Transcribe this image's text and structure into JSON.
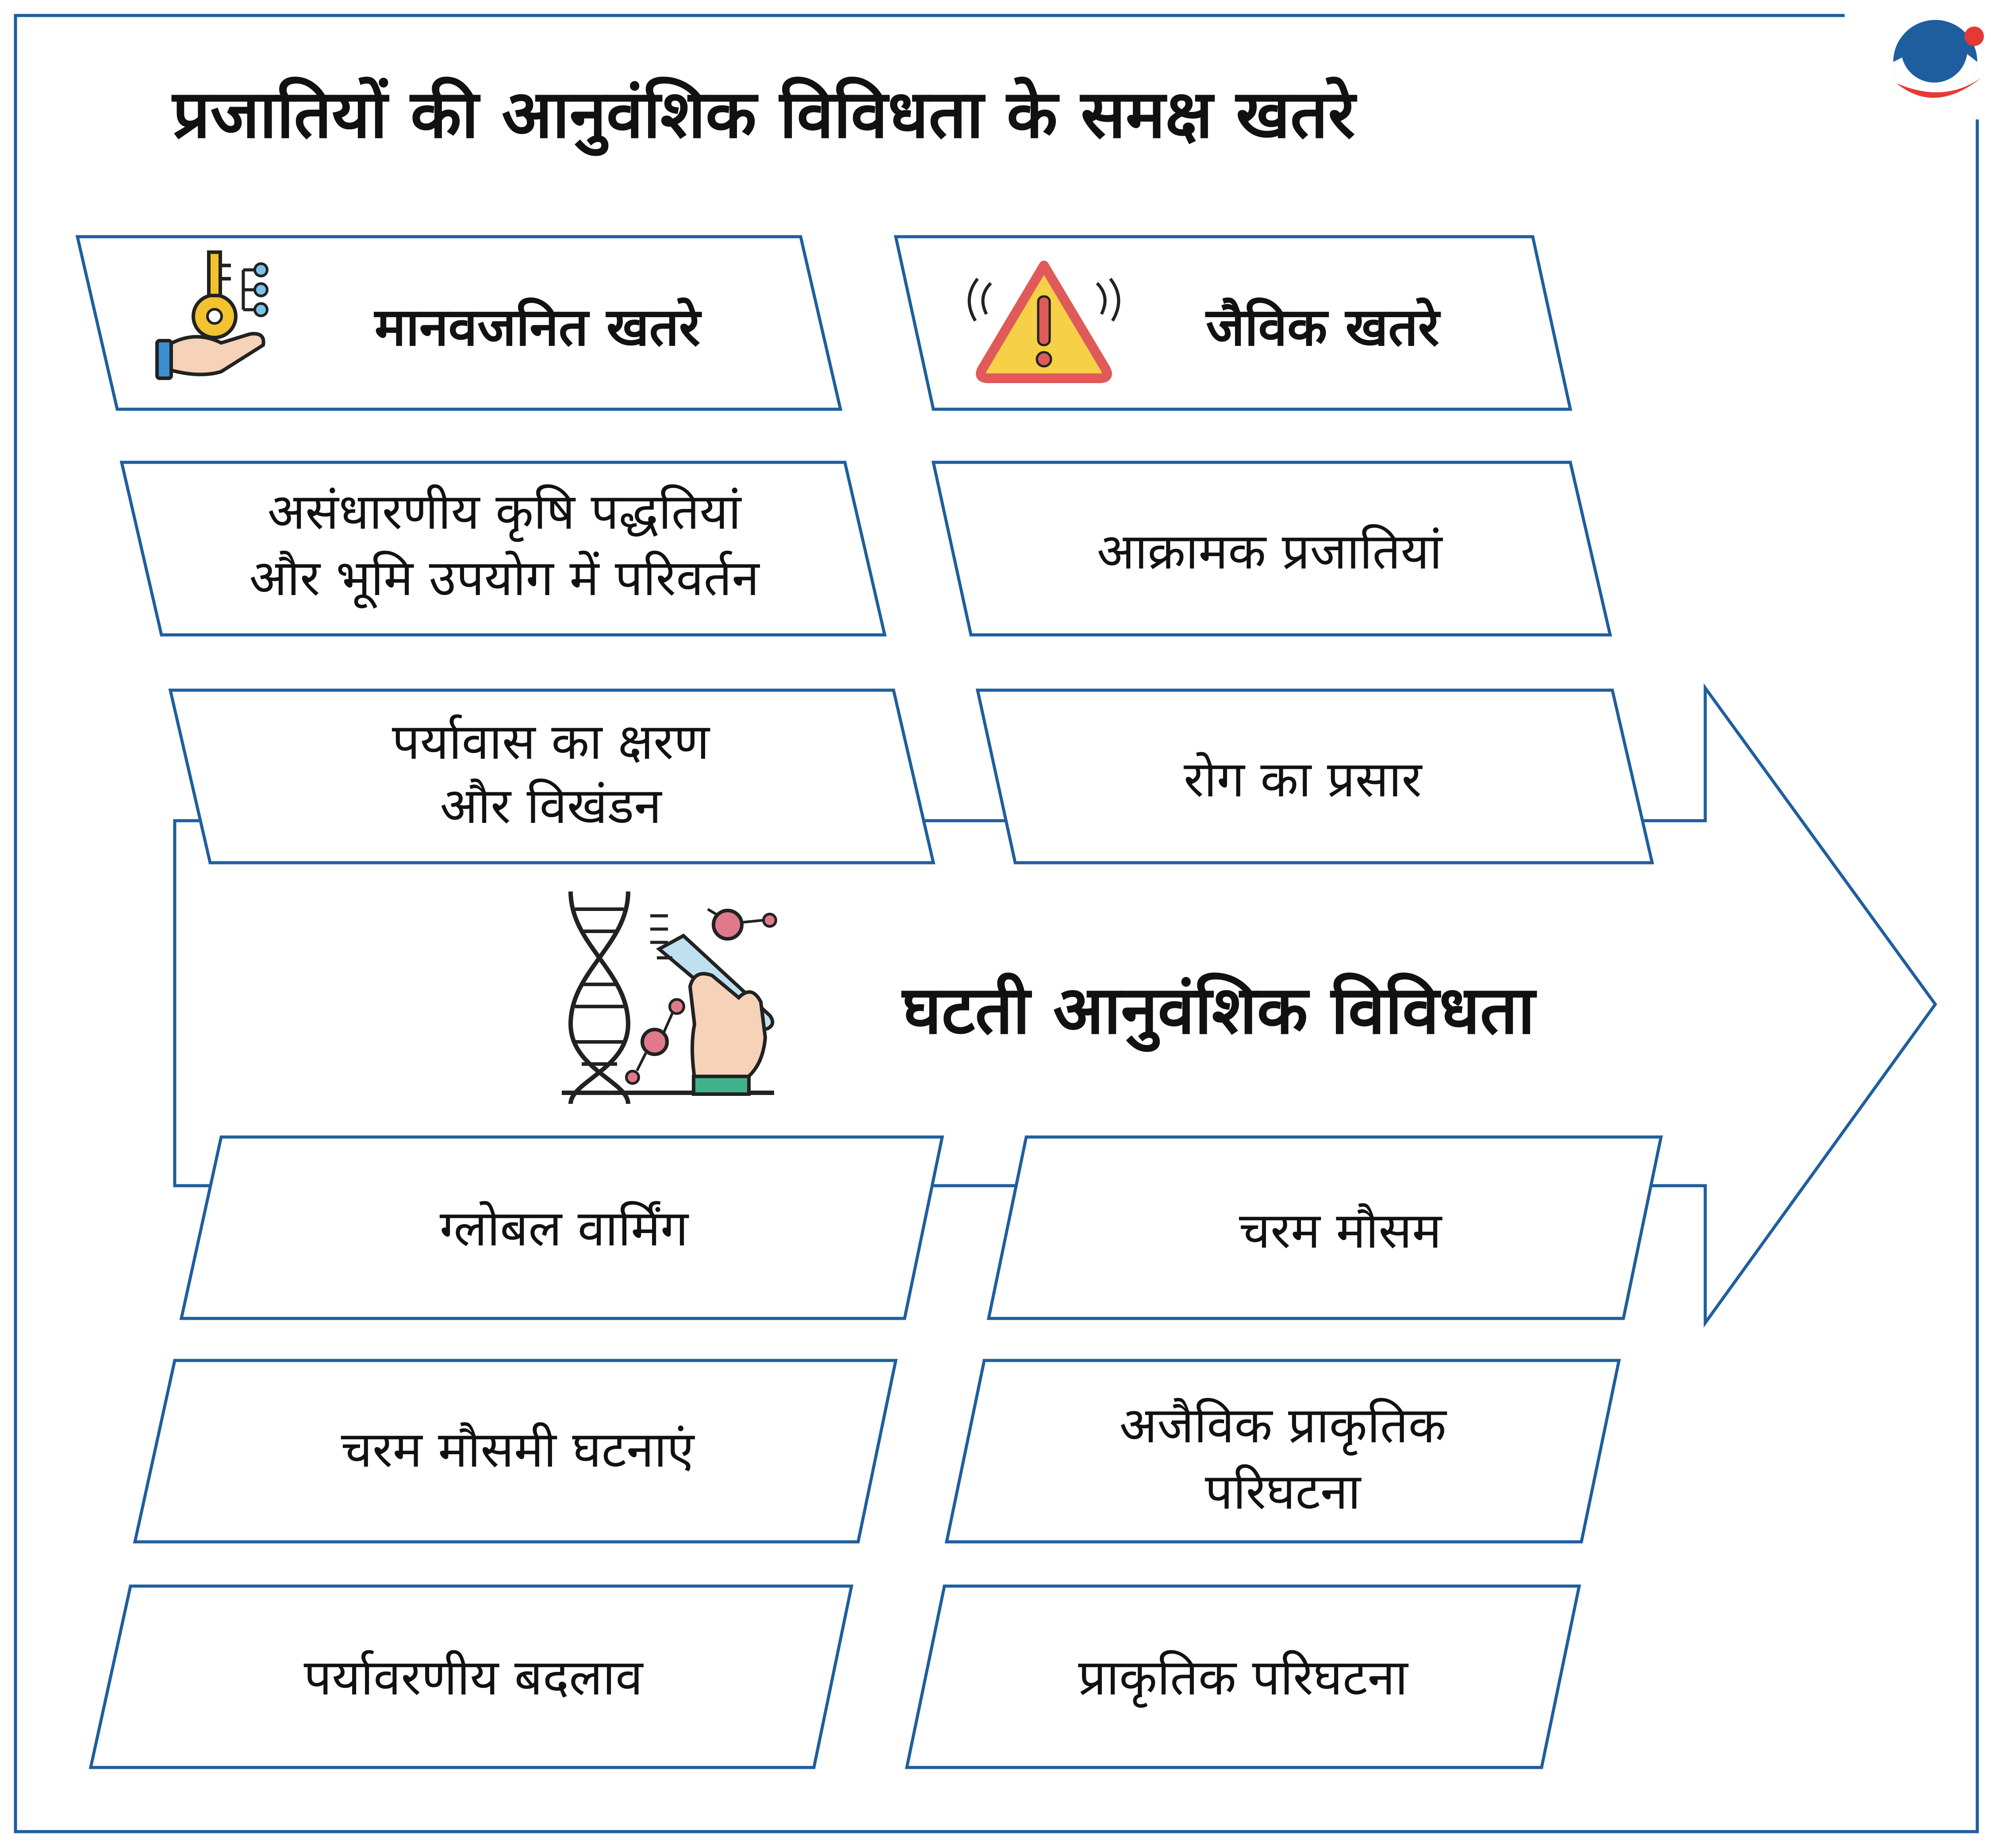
{
  "title": "प्रजातियों की आनुवंशिक विविधता के समक्ष खतरे",
  "center_label": "घटती आनुवंशिक विविधता",
  "headers": {
    "left": "मानवजनित खतरे",
    "right": "जैविक खतरे"
  },
  "left_items": [
    [
      "असंधारणीय कृषि पद्धतियां",
      "और भूमि उपयोग में परिवर्तन"
    ],
    [
      "पर्यावास का क्षरण",
      "और विखंडन"
    ],
    [
      "ग्लोबल वार्मिंग"
    ],
    [
      "चरम मौसमी घटनाएं"
    ],
    [
      "पर्यावरणीय बदलाव"
    ]
  ],
  "right_items": [
    [
      "आक्रामक प्रजातियां"
    ],
    [
      "रोग का प्रसार"
    ],
    [
      "चरम मौसम"
    ],
    [
      "अजैविक प्राकृतिक",
      "परिघटना"
    ],
    [
      "प्राकृतिक परिघटना"
    ]
  ],
  "icons": {
    "logo": "brand-logo-icon",
    "left_header": "hand-key-icon",
    "right_header": "warning-triangle-icon",
    "center": "dna-tweezers-icon"
  },
  "colors": {
    "border": "#1f5e9e",
    "logo_blue": "#1f5e9e",
    "logo_red": "#e53935",
    "key_yellow": "#f2c230",
    "warning_red": "#e05a5a",
    "warning_yellow": "#f6d046",
    "molecule_pink": "#e07a8a"
  }
}
